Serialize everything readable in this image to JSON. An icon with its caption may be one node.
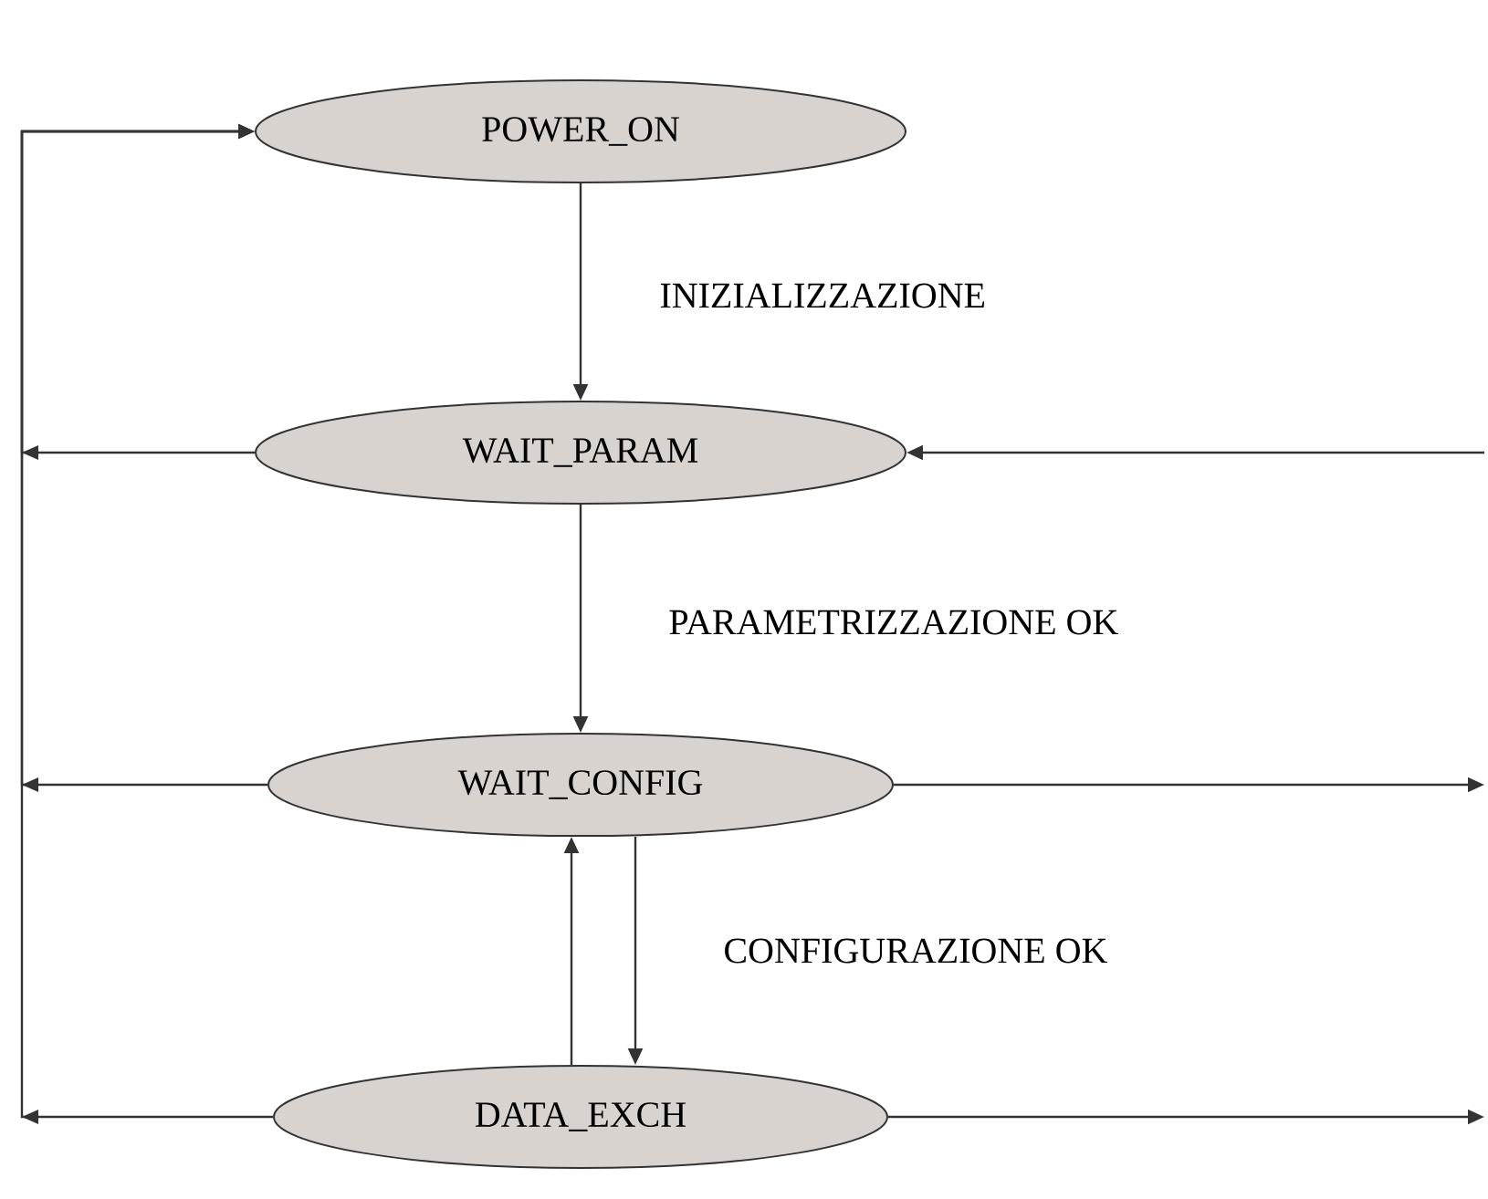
{
  "diagram": {
    "nodes": [
      {
        "text": [
          "POWER_ON"
        ]
      },
      {
        "text": [
          "WAIT_PARAM"
        ]
      },
      {
        "text": [
          "WAIT_CONFIG"
        ]
      },
      {
        "text": [
          "DATA_EXCH"
        ]
      }
    ],
    "edges": [
      {
        "from": 0,
        "to": 1,
        "arrow": "to",
        "label": "INIZIALIZZAZIONE"
      },
      {
        "from": 1,
        "to": 2,
        "arrow": "to",
        "label": "PARAMETRIZZAZIONE OK"
      },
      {
        "from": 2,
        "to": 3,
        "arrow": "to",
        "label": "CONFIGURAZIONE OK"
      },
      {
        "from": 3,
        "to": 2,
        "arrow": "to"
      },
      {
        "from": 1,
        "to": 0,
        "arrow": "to"
      },
      {
        "from": 2,
        "to": 0,
        "arrow": "to"
      },
      {
        "from": 3,
        "to": 0,
        "arrow": "to"
      },
      {
        "from": null,
        "to": 1,
        "arrow": "to"
      },
      {
        "from": 2,
        "to": null,
        "arrow": "to"
      },
      {
        "from": 3,
        "to": null,
        "arrow": "to"
      }
    ]
  }
}
